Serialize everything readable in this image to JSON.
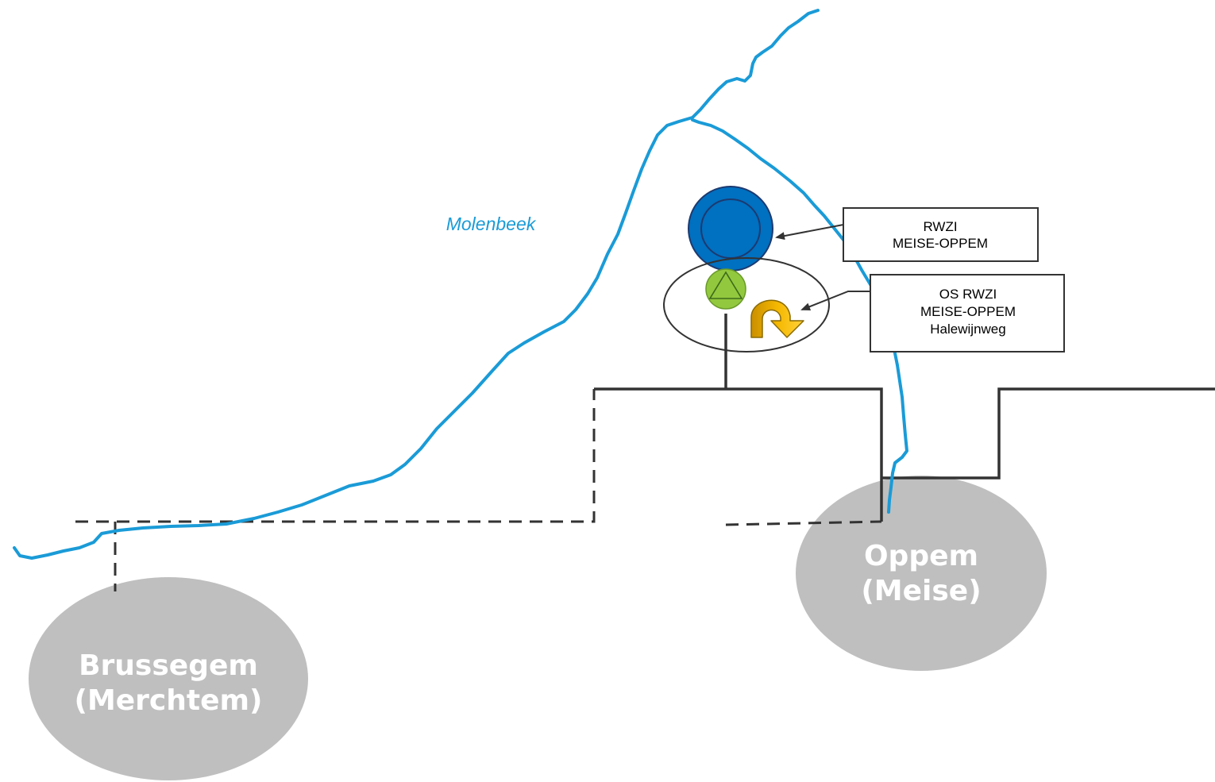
{
  "river": {
    "name": "Molenbeek",
    "color": "#1a9bd7"
  },
  "towns": {
    "brussegem": {
      "line1": "Brussegem",
      "line2": "(Merchtem)"
    },
    "oppem": {
      "line1": "Oppem",
      "line2": "(Meise)"
    }
  },
  "callouts": {
    "rwzi": {
      "line1": "RWZI",
      "line2": "MEISE-OPPEM"
    },
    "os_rwzi": {
      "line1": "OS RWZI",
      "line2": "MEISE-OPPEM",
      "line3": "Halewijnweg"
    }
  },
  "colors": {
    "town_fill": "#bfbfbf",
    "rwzi_fill": "#0070c0",
    "pump_fill": "#92c83e",
    "overflow_arrow": "#f5b800",
    "sewer_line": "#333333"
  },
  "icons": {
    "treatment_plant": "rwzi-circle-icon",
    "pumping_station": "pump-triangle-icon",
    "overflow": "curved-overflow-arrow-icon"
  }
}
